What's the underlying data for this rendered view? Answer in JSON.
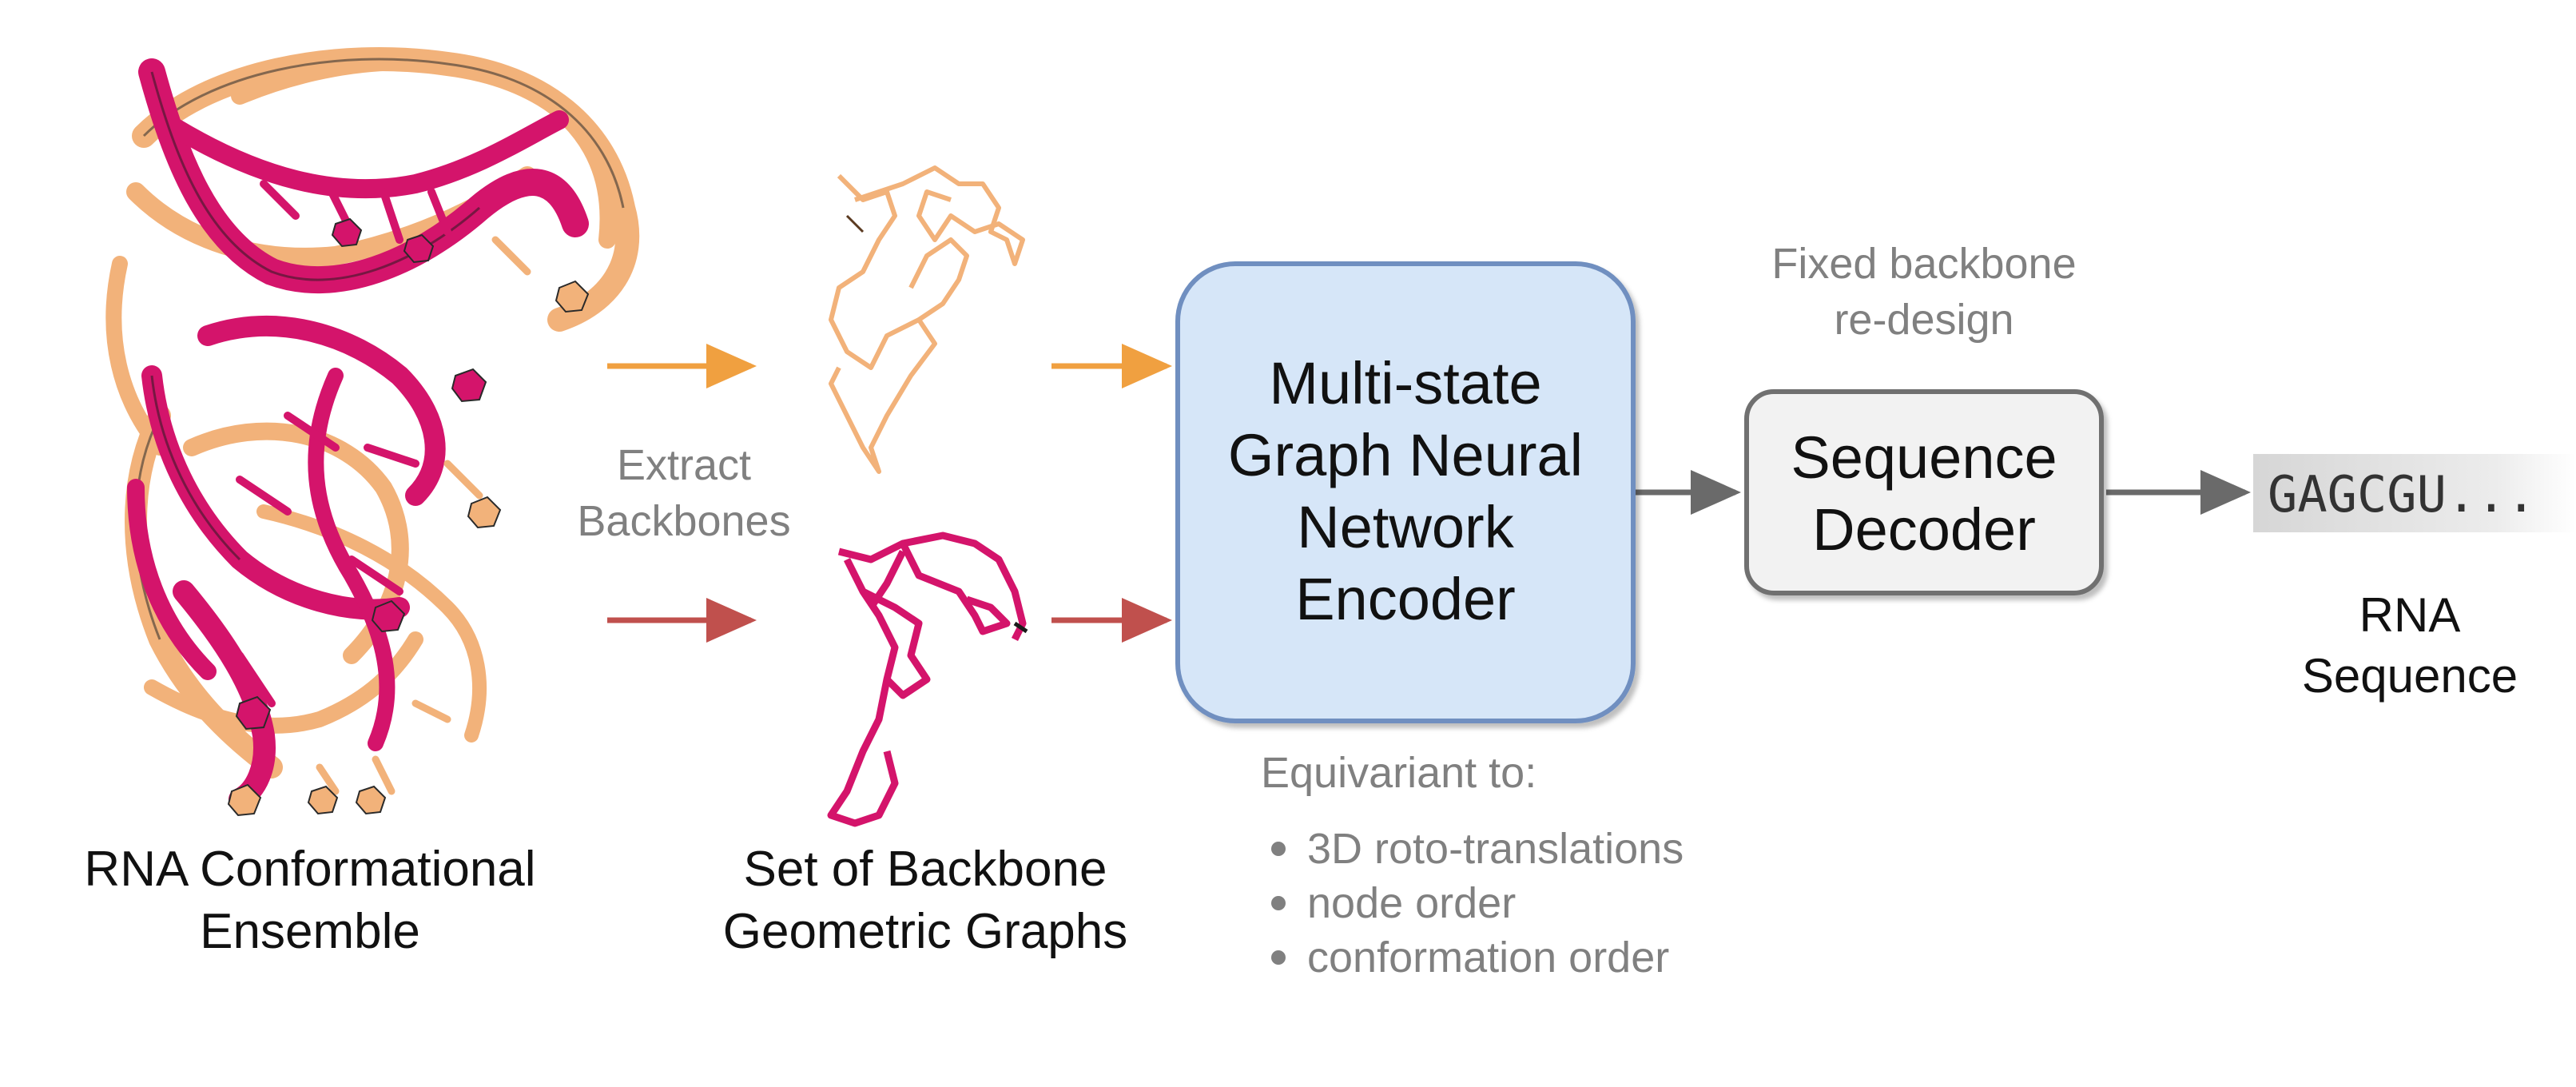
{
  "ensemble": {
    "label_line1": "RNA Conformational",
    "label_line2": "Ensemble"
  },
  "extract": {
    "line1": "Extract",
    "line2": "Backbones"
  },
  "graphs": {
    "label_line1": "Set of Backbone",
    "label_line2": "Geometric Graphs"
  },
  "encoder": {
    "line1": "Multi-state",
    "line2": "Graph Neural",
    "line3": "Network",
    "line4": "Encoder"
  },
  "equivariance": {
    "heading": "Equivariant to:",
    "items": [
      "3D roto-translations",
      "node order",
      "conformation order"
    ]
  },
  "redesign": {
    "line1": "Fixed backbone",
    "line2": "re-design"
  },
  "decoder": {
    "line1": "Sequence",
    "line2": "Decoder"
  },
  "output": {
    "sequence": "GAGCGU...",
    "label_line1": "RNA",
    "label_line2": "Sequence"
  },
  "colors": {
    "conformation_a": "#f2b27a",
    "conformation_b": "#d4146b",
    "arrow_orange": "#f0a040",
    "arrow_red": "#c0504d",
    "encoder_fill": "#d6e6f8",
    "encoder_stroke": "#6f8fc0",
    "decoder_fill": "#f2f2f2",
    "decoder_stroke": "#707070",
    "grey_text": "#808080"
  },
  "icons": {
    "ensemble": "rna-3d-ribbon-icon",
    "graph_a": "backbone-graph-orange-icon",
    "graph_b": "backbone-graph-magenta-icon"
  }
}
